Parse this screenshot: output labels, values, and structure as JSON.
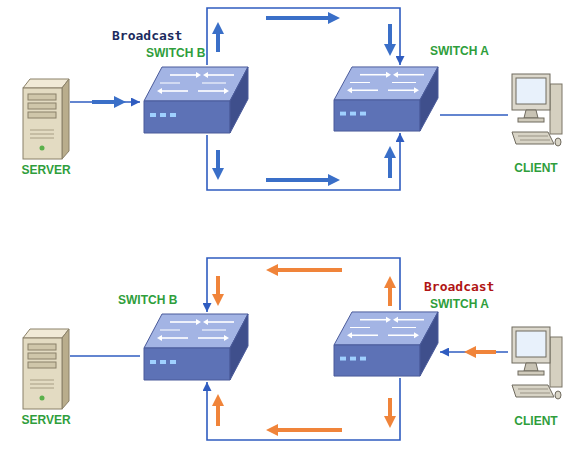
{
  "diagram": {
    "nodes": [
      {
        "text": [
          "SERVER"
        ]
      },
      {
        "text": [
          "Broadcast",
          "SWITCH B"
        ]
      },
      {
        "text": [
          "SWITCH A"
        ]
      },
      {
        "text": [
          "CLIENT"
        ]
      },
      {
        "text": [
          "SERVER"
        ]
      },
      {
        "text": [
          "SWITCH B"
        ]
      },
      {
        "text": [
          "Broadcast",
          "SWITCH A"
        ]
      },
      {
        "text": [
          "CLIENT"
        ]
      }
    ],
    "edges": [
      {
        "from": 0,
        "to": 1,
        "arrow": "to"
      },
      {
        "from": 1,
        "to": 2,
        "arrow": "to"
      },
      {
        "from": 1,
        "to": 2,
        "arrow": "to"
      },
      {
        "from": 2,
        "to": 3,
        "arrow": "none"
      },
      {
        "from": 7,
        "to": 6,
        "arrow": "to"
      },
      {
        "from": 6,
        "to": 5,
        "arrow": "to"
      },
      {
        "from": 6,
        "to": 5,
        "arrow": "to"
      },
      {
        "from": 5,
        "to": 4,
        "arrow": "none"
      }
    ]
  }
}
